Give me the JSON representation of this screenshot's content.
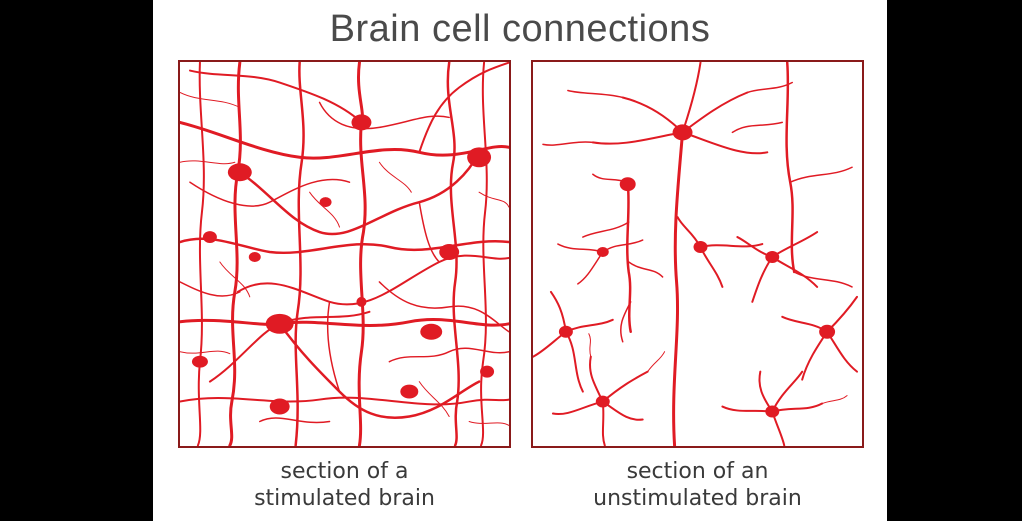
{
  "title": "Brain cell connections",
  "colors": {
    "neuron": "#e01b24",
    "frame": "#8a1a1a",
    "background": "#ffffff",
    "letterbox": "#000000",
    "text": "#4a4a4a"
  },
  "panels": [
    {
      "caption_line1": "section of a",
      "caption_line2": "stimulated brain"
    },
    {
      "caption_line1": "section of an",
      "caption_line2": "unstimulated brain"
    }
  ]
}
